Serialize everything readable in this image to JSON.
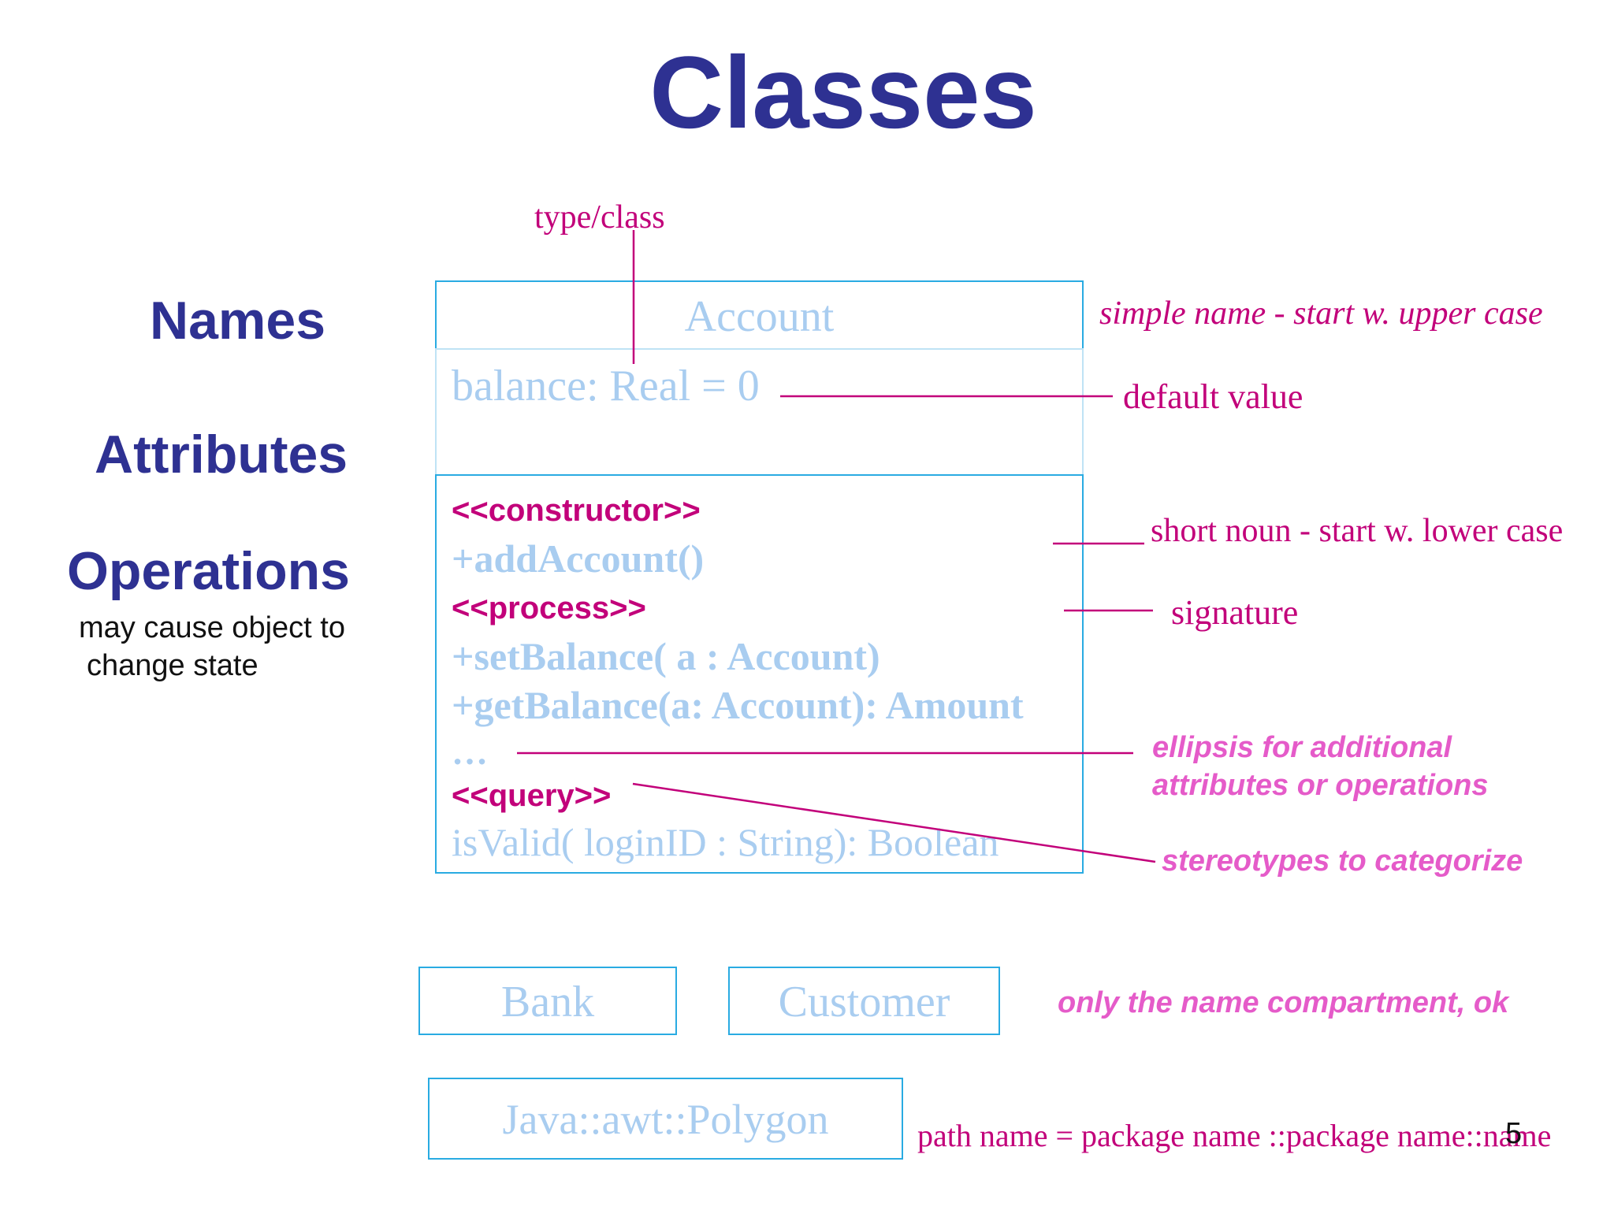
{
  "title": "Classes",
  "side": {
    "names": "Names",
    "attributes": "Attributes",
    "operations": "Operations",
    "note_line1": "may cause object to",
    "note_line2": "change state"
  },
  "account_class": {
    "name": "Account",
    "attribute": "balance: Real = 0",
    "operations": {
      "constructor_stereotype": "<<constructor>>",
      "add_account": "+addAccount()",
      "process_stereotype": "<<process>>",
      "set_balance": "+setBalance( a : Account)",
      "get_balance": "+getBalance(a: Account): Amount",
      "ellipsis": "…",
      "query_stereotype": "<<query>>",
      "is_valid": "isValid( loginID : String): Boolean"
    }
  },
  "annotations": {
    "type_class": "type/class",
    "simple_name": "simple name - start w. upper case",
    "default_value": "default value",
    "short_noun": "short noun - start w. lower case",
    "signature": "signature",
    "ellipsis_line1": "ellipsis for additional",
    "ellipsis_line2": "attributes or operations",
    "stereotypes": "stereotypes to categorize",
    "name_only": "only the name compartment, ok",
    "path_name": "path name = package name ::package name::name"
  },
  "small_classes": {
    "bank": "Bank",
    "customer": "Customer",
    "polygon": "Java::awt::Polygon"
  },
  "page_number": "5",
  "colors": {
    "title": "#2e3192",
    "box_border": "#29abe2",
    "class_text": "#a9cdf0",
    "annotation": "#c2007a",
    "annotation_light": "#e55bc9"
  }
}
